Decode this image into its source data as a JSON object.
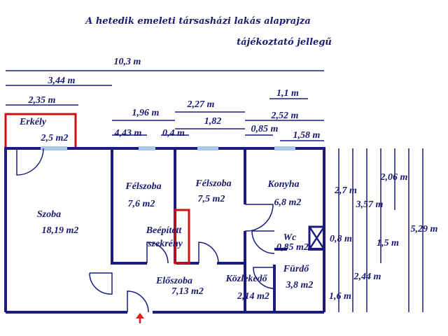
{
  "title": "A hetedik emeleti társasházi lakás alaprajza",
  "subtitle": "tájékoztató jellegű",
  "top_dimensions": [
    "10,3 m",
    "3,44 m",
    "2,35 m",
    "1,1 m",
    "2,27 m",
    "1,96 m",
    "1,82",
    "2,52 m",
    "4,43 m",
    "0,4 m",
    "0,85 m",
    "1,58 m"
  ],
  "side_dimensions": [
    "2,06 m",
    "2,7 m",
    "3,57 m",
    "5,29 m",
    "0,8 m",
    "1,5 m",
    "2,44 m",
    "1,6 m"
  ],
  "rooms": {
    "erkely": {
      "name": "Erkély",
      "area": "2,5 m2"
    },
    "szoba": {
      "name": "Szoba",
      "area": "18,19 m2"
    },
    "felszoba1": {
      "name": "Félszoba",
      "area": "7,6 m2"
    },
    "felszoba2": {
      "name": "Félszoba",
      "area": "7,5 m2"
    },
    "konyha": {
      "name": "Konyha",
      "area": "6,8 m2"
    },
    "beepitett": {
      "name1": "Beépített",
      "name2": "szekrény"
    },
    "wc": {
      "name": "Wc",
      "area": "0,85 m2"
    },
    "eloszoba": {
      "name": "Előszoba",
      "area": "7,13 m2"
    },
    "kozlekedo": {
      "name": "Közlekedő",
      "area": "2,14 m2"
    },
    "furdo": {
      "name": "Fürdő",
      "area": "3,8 m2"
    }
  },
  "colors": {
    "walls": "#1a1a80",
    "text": "#1a1a6e",
    "balcony": "#cc1111",
    "window": "#a8c8e8",
    "entrance_arrow": "#e02020"
  }
}
